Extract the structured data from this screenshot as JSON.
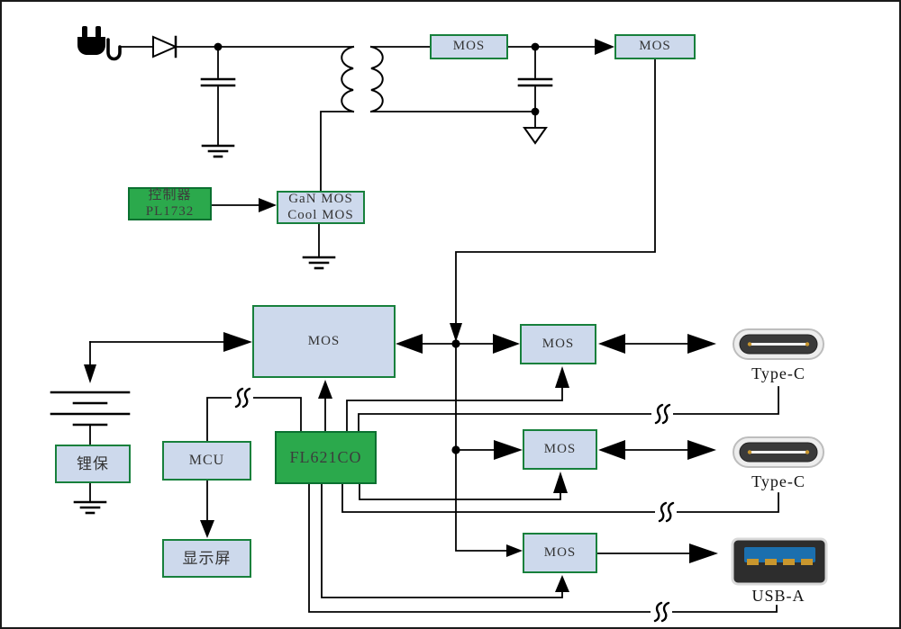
{
  "diagram": {
    "blocks": {
      "rectifier_mos": "MOS",
      "output_mos": "MOS",
      "controller": [
        "控制器",
        "PL1732"
      ],
      "primary_switch": [
        "GaN MOS",
        "Cool MOS"
      ],
      "main_mos": "MOS",
      "battery_protection": "锂保",
      "mcu": "MCU",
      "display": "显示屏",
      "protocol_ic": "FL621CO",
      "port1_mos": "MOS",
      "port2_mos": "MOS",
      "port3_mos": "MOS"
    },
    "connectors": {
      "port1": "Type-C",
      "port2": "Type-C",
      "port3": "USB-A"
    },
    "colors": {
      "block_fill_blue": "#cdd9ec",
      "block_border_green": "#17803c",
      "block_fill_green": "#2ba94c",
      "wire": "#000000",
      "usb_tongue_blue": "#1b6fae",
      "pin_gold": "#c8962e",
      "connector_dark": "#3a3a3a"
    }
  }
}
